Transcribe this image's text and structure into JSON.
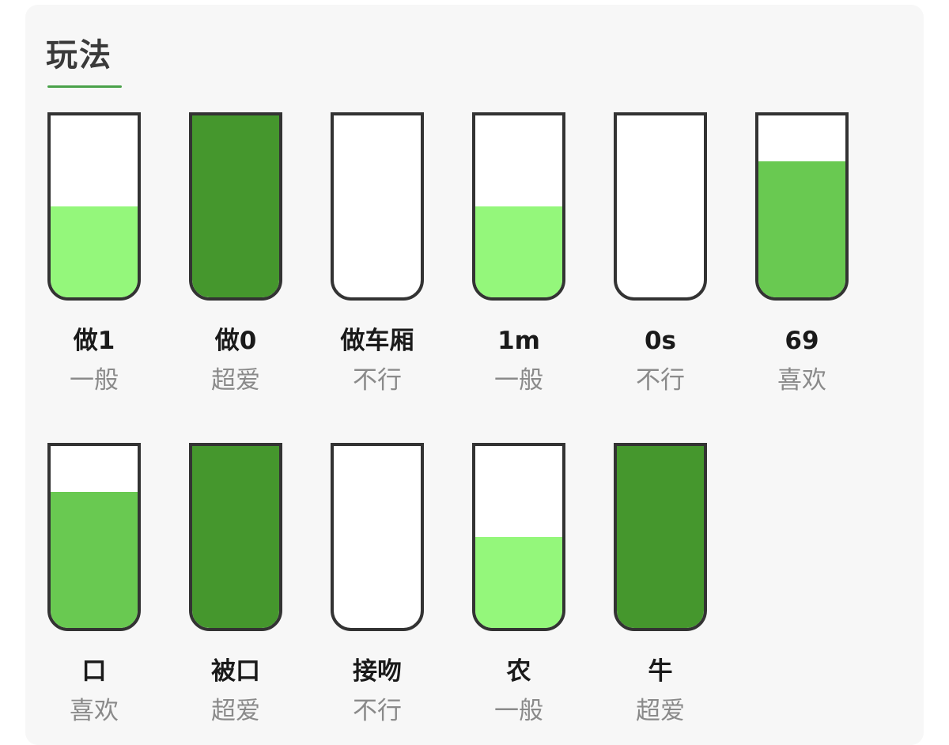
{
  "section": {
    "title": "玩法"
  },
  "levels_scale": {
    "不行": 0,
    "一般": 0.5,
    "喜欢": 0.75,
    "超爱": 1
  },
  "colors": {
    "不行": "#ffffff",
    "一般": "#94f77b",
    "喜欢": "#69c951",
    "超爱": "#45972d"
  },
  "items": [
    {
      "name": "做1",
      "level": "一般",
      "fill": 0.5
    },
    {
      "name": "做0",
      "level": "超爱",
      "fill": 1
    },
    {
      "name": "做车厢",
      "level": "不行",
      "fill": 0
    },
    {
      "name": "1m",
      "level": "一般",
      "fill": 0.5
    },
    {
      "name": "0s",
      "level": "不行",
      "fill": 0
    },
    {
      "name": "69",
      "level": "喜欢",
      "fill": 0.75
    },
    {
      "name": "口",
      "level": "喜欢",
      "fill": 0.75
    },
    {
      "name": "被口",
      "level": "超爱",
      "fill": 1
    },
    {
      "name": "接吻",
      "level": "不行",
      "fill": 0
    },
    {
      "name": "农",
      "level": "一般",
      "fill": 0.5
    },
    {
      "name": "牛",
      "level": "超爱",
      "fill": 1
    }
  ]
}
